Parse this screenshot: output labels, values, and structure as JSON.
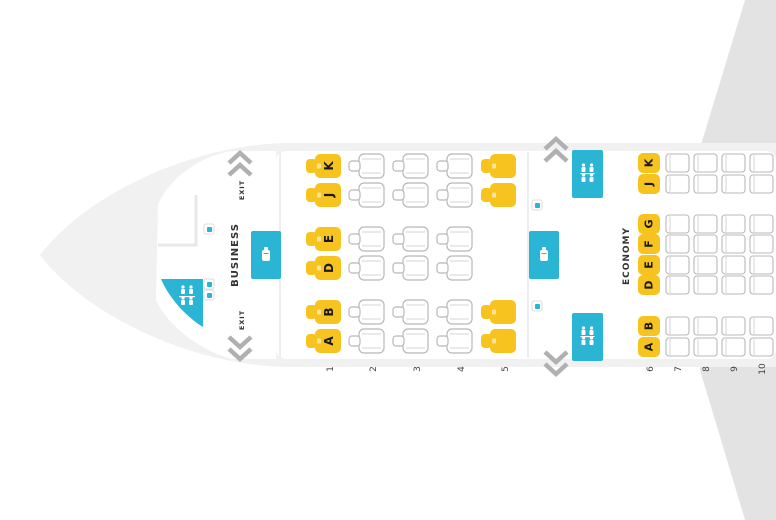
{
  "cabins": {
    "business": {
      "label": "BUSINESS"
    },
    "economy": {
      "label": "ECONOMY"
    }
  },
  "exits": {
    "top": "EXIT",
    "bottom": "EXIT"
  },
  "row_numbers": [
    "1",
    "2",
    "3",
    "4",
    "5",
    "6",
    "7",
    "8",
    "9",
    "10"
  ],
  "letters": {
    "b_top": [
      "K",
      "J"
    ],
    "b_mid": [
      "E",
      "D"
    ],
    "b_bot": [
      "B",
      "A"
    ],
    "e_top": [
      "K",
      "J"
    ],
    "e_mid": [
      "G",
      "F",
      "E",
      "D"
    ],
    "e_bot": [
      "B",
      "A"
    ]
  },
  "seat_status": {
    "row1": "available",
    "row2": "occupied",
    "row3": "occupied",
    "row4": "occupied",
    "row5": "available",
    "row6": "available",
    "economy_rest": "occupied"
  },
  "icons": {
    "lavatory": "lavatory-icon",
    "galley": "galley-icon",
    "exit": "exit-chevron-icon"
  },
  "colors": {
    "fuselage": "#f1f1f1",
    "wing": "#e3e3e3",
    "available_seat": "#f7c31f",
    "facility": "#2ab5d4",
    "occupied_outline": "#b8b8b8",
    "chevron": "#b0b0b0"
  }
}
